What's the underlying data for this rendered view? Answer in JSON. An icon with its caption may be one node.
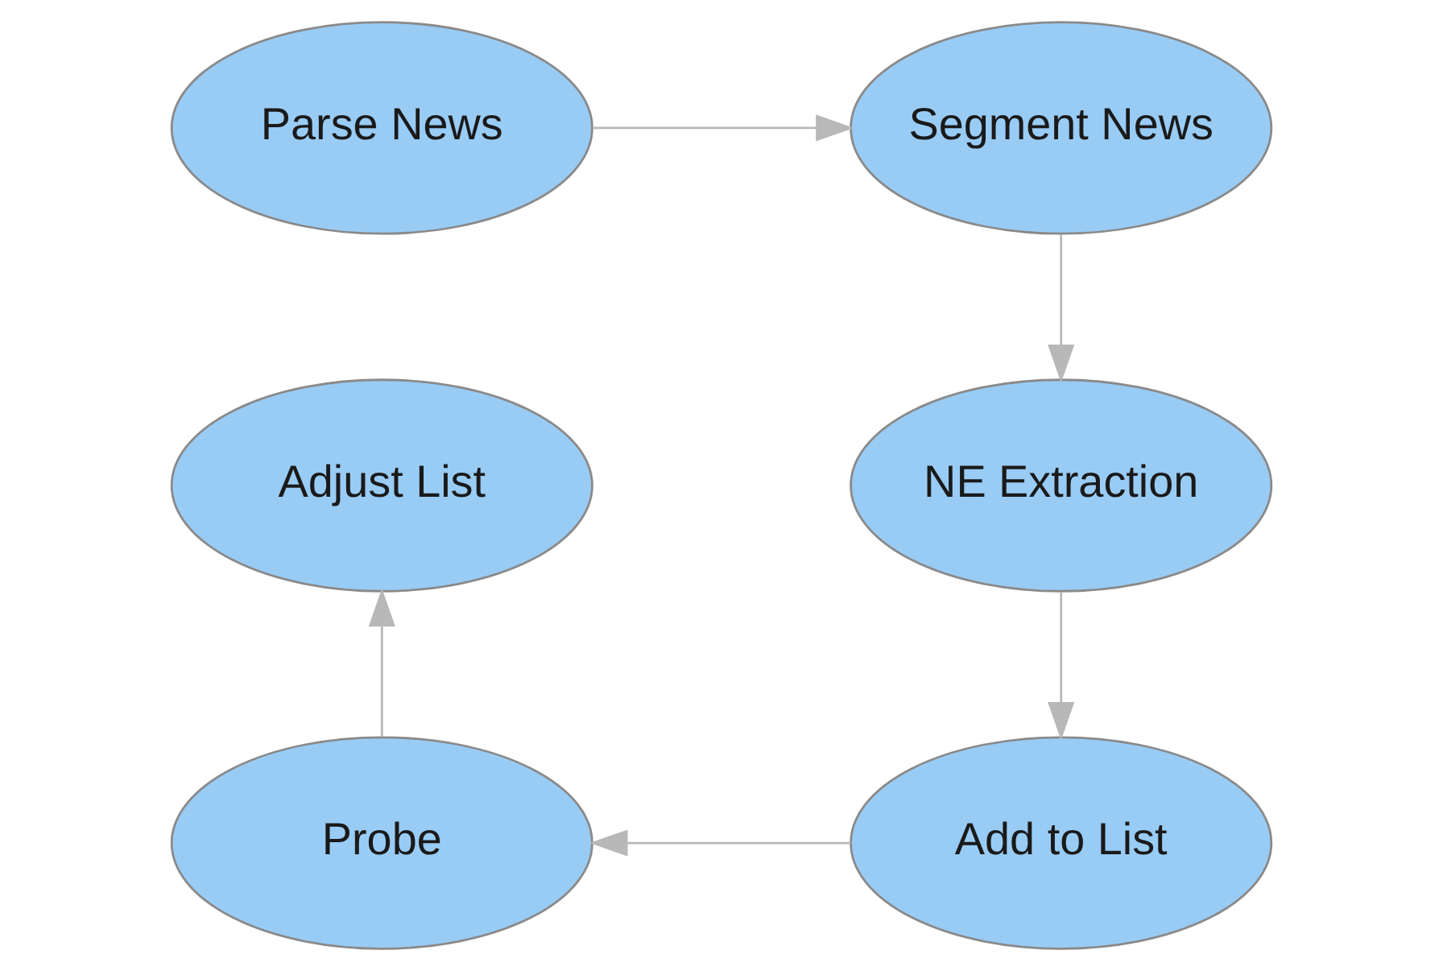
{
  "diagram": {
    "nodes": [
      {
        "text": [
          "Parse News"
        ]
      },
      {
        "text": [
          "Segment News"
        ]
      },
      {
        "text": [
          "NE Extraction"
        ]
      },
      {
        "text": [
          "Add to List"
        ]
      },
      {
        "text": [
          "Probe"
        ]
      },
      {
        "text": [
          "Adjust List"
        ]
      }
    ],
    "edges": [
      {
        "from": 0,
        "to": 1,
        "arrow": "to"
      },
      {
        "from": 1,
        "to": 2,
        "arrow": "to"
      },
      {
        "from": 2,
        "to": 3,
        "arrow": "to"
      },
      {
        "from": 3,
        "to": 4,
        "arrow": "to"
      },
      {
        "from": 4,
        "to": 5,
        "arrow": "to"
      }
    ]
  }
}
